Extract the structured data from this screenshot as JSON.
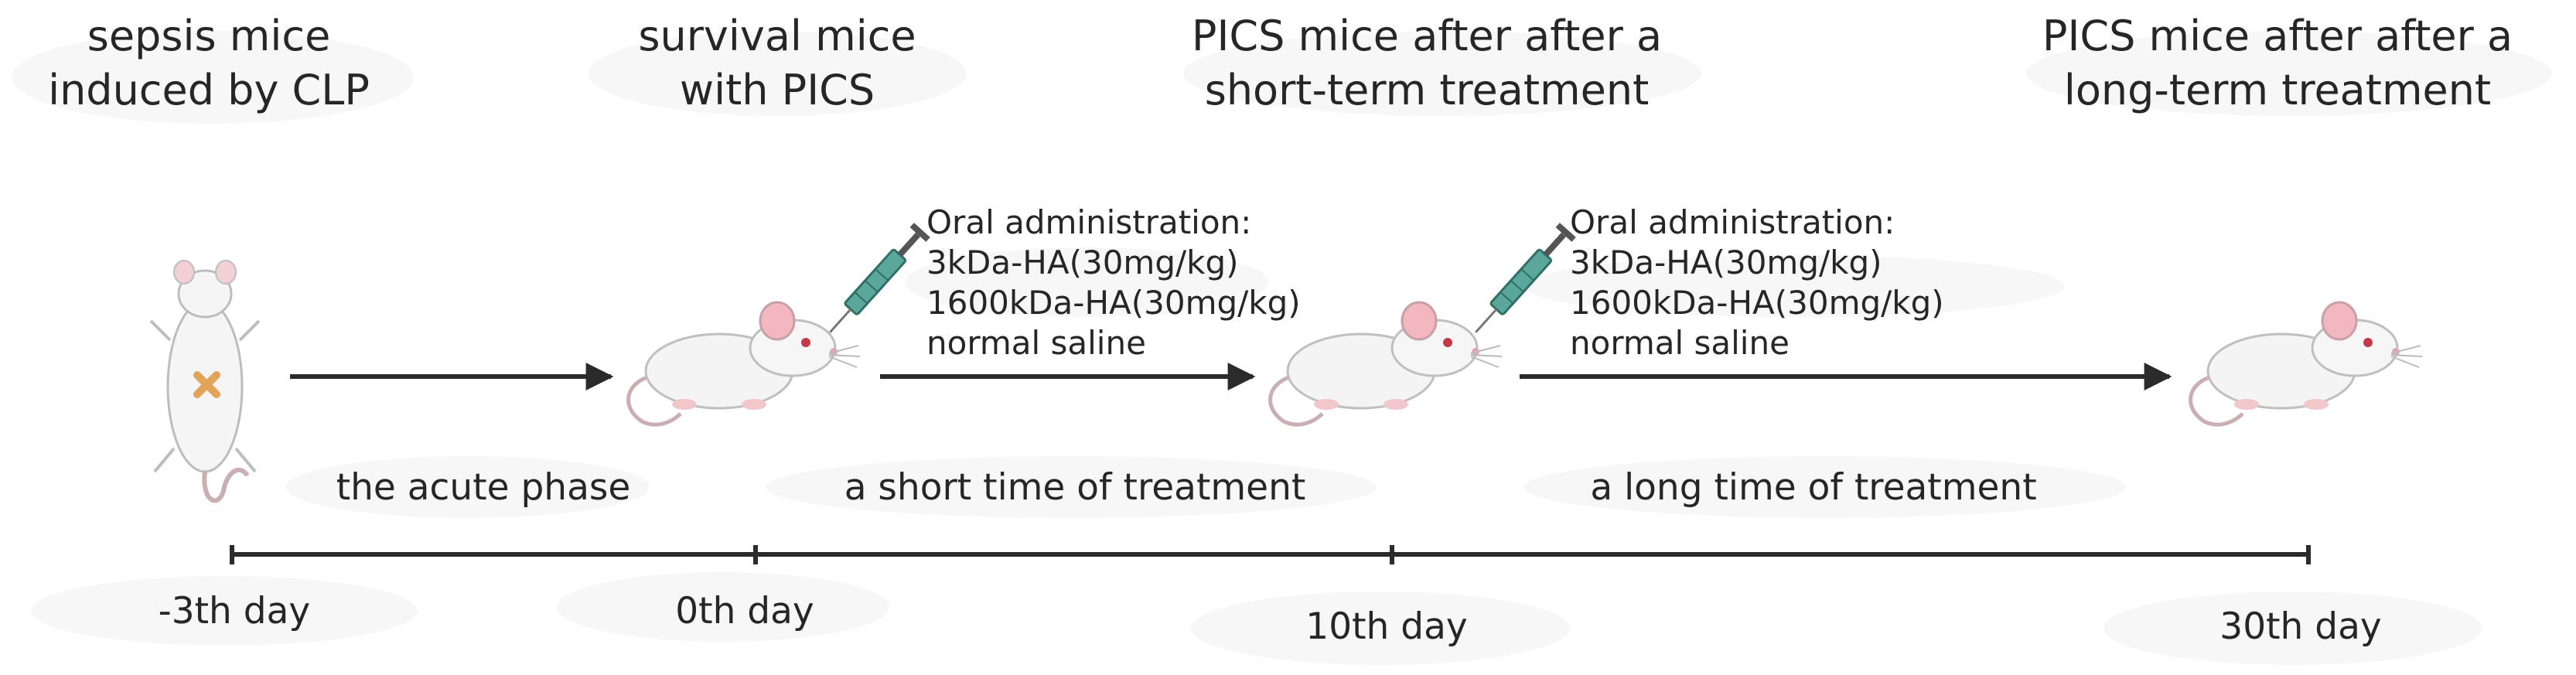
{
  "stages": [
    {
      "line1": "sepsis mice",
      "line2": "induced by CLP"
    },
    {
      "line1": "survival mice",
      "line2": "with PICS"
    },
    {
      "line1": "PICS mice after  after a",
      "line2": "short-term treatment"
    },
    {
      "line1": "PICS mice after  after a",
      "line2": "long-term treatment"
    }
  ],
  "treatments": [
    {
      "heading": "Oral administration:",
      "items": [
        "3kDa-HA(30mg/kg)",
        "1600kDa-HA(30mg/kg)",
        "normal saline"
      ]
    },
    {
      "heading": "Oral administration:",
      "items": [
        "3kDa-HA(30mg/kg)",
        "1600kDa-HA(30mg/kg)",
        "normal saline"
      ]
    }
  ],
  "phases": [
    "the acute phase",
    "a short time of treatment",
    "a long time of treatment"
  ],
  "days": [
    "-3th day",
    "0th day",
    "10th day",
    "30th day"
  ],
  "icons": [
    "mouse-supine-icon",
    "mouse-icon",
    "syringe-icon"
  ],
  "colors": {
    "arrow": "#2b2b2b",
    "text": "#262626",
    "syringe": "#3f8f86",
    "mouse_ear": "#f3b7c0"
  }
}
